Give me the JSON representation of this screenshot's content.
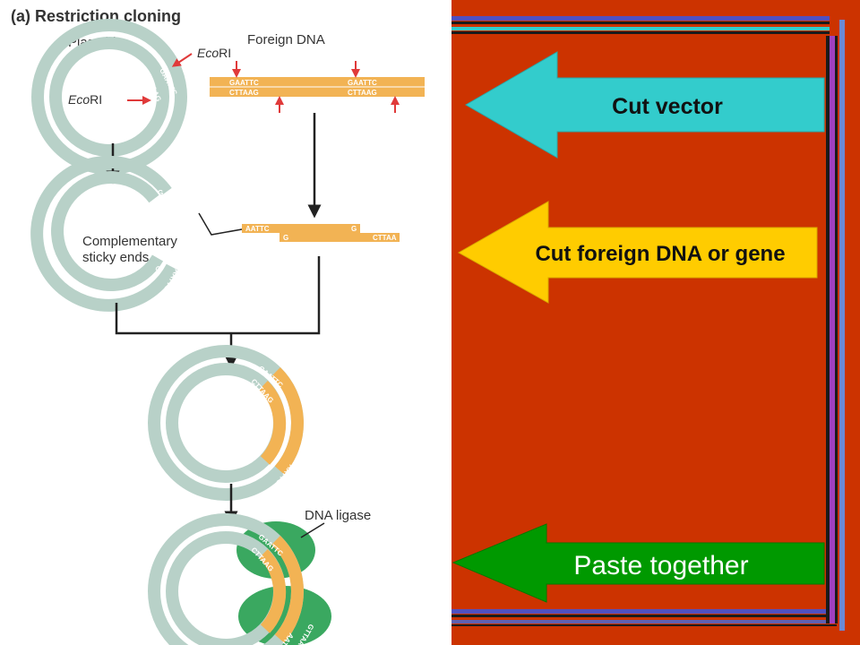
{
  "figure": {
    "title": "(a) Restriction cloning",
    "plasmid_label": "Plasmid",
    "foreign_dna_label": "Foreign DNA",
    "ecori_prefix": "Eco",
    "ecori_suffix": "RI",
    "sticky_ends_line1": "Complementary",
    "sticky_ends_line2": "sticky ends",
    "ligase_label": "DNA ligase",
    "seq": {
      "gaattc": "GAATTC",
      "cttaag": "CTTAAG",
      "aattc": "AATTC",
      "cttaa": "CTTAA",
      "g": "G",
      "aattc_rev": "AATTC",
      "gttaag": "GTTAAG"
    }
  },
  "slide": {
    "background_color": "#cc3300",
    "arrows": [
      {
        "label": "Cut vector",
        "color": "#33cccc"
      },
      {
        "label": "Cut foreign DNA or gene",
        "color": "#ffcc00"
      },
      {
        "label": "Paste together",
        "color": "#009900"
      }
    ]
  }
}
